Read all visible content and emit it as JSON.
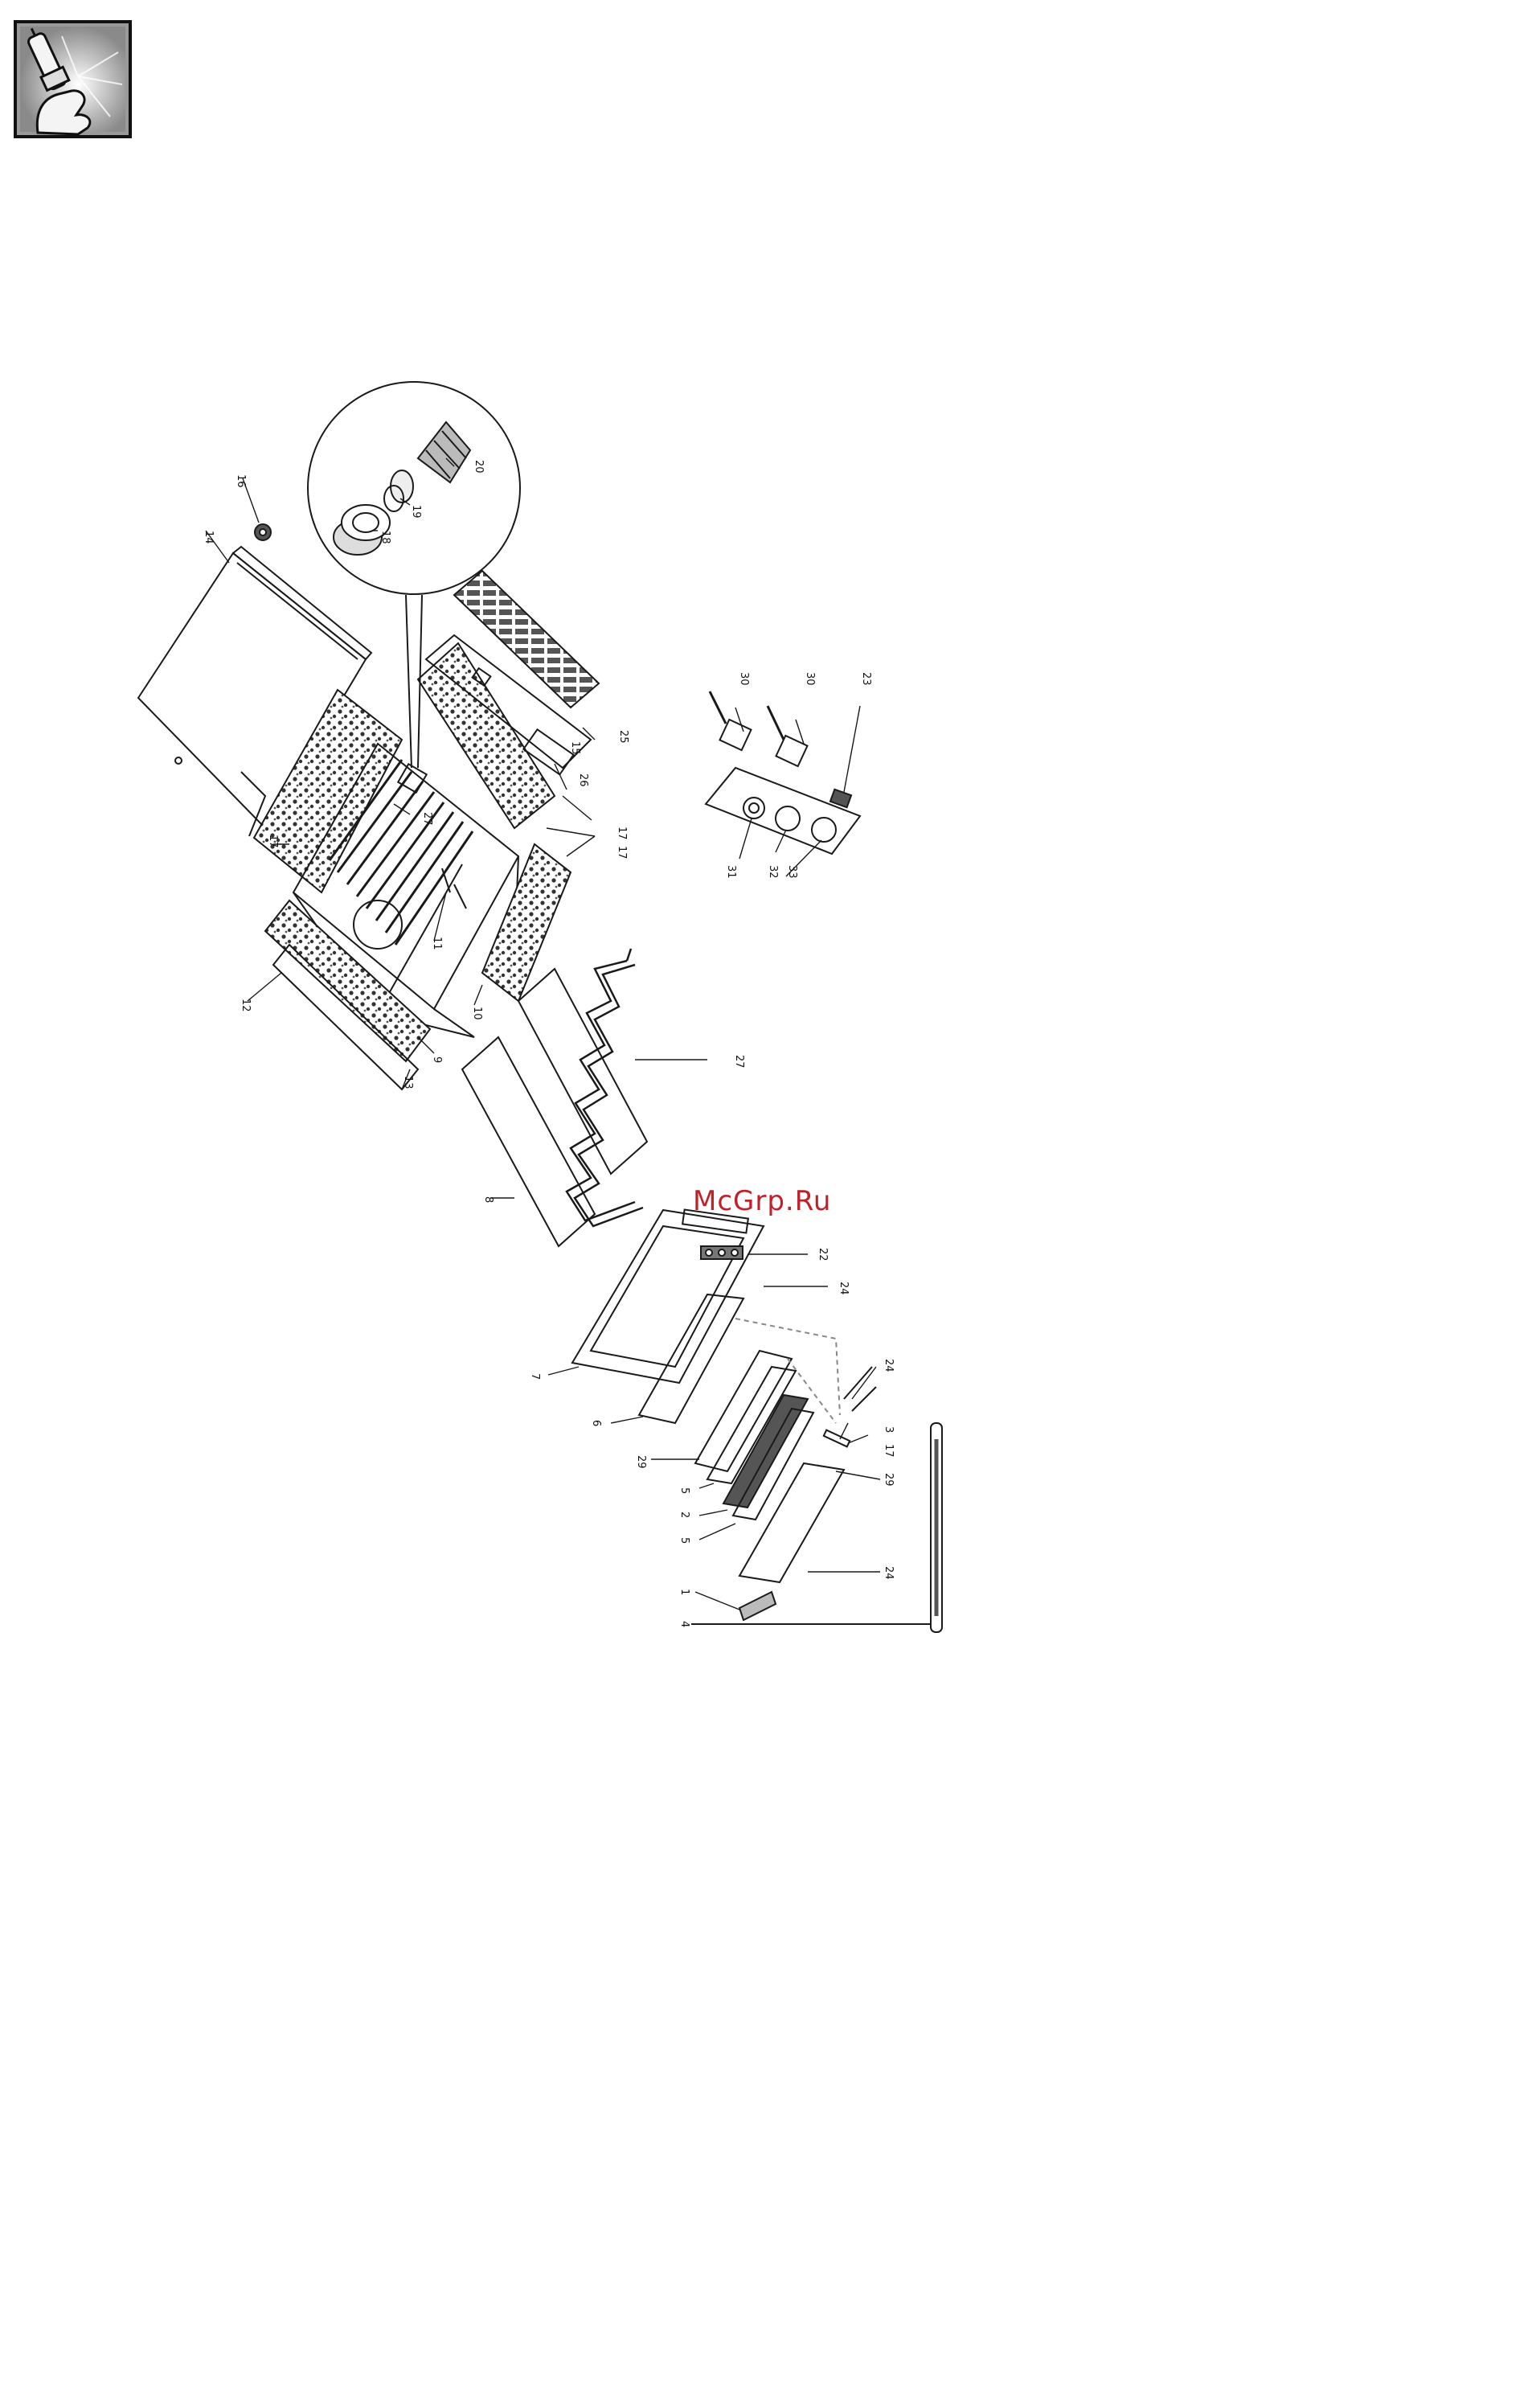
{
  "watermark": {
    "text": "McGrp.Ru",
    "color": "#c0202a"
  },
  "corner_icon": {
    "name": "hand-holding-lamp-icon"
  },
  "colors": {
    "line": "#1a1a1a",
    "stipple": "#3a3a3a",
    "paper": "#ffffff"
  },
  "callouts": {
    "c1": "1",
    "c2": "2",
    "c3": "3",
    "c4": "4",
    "c5a": "5",
    "c5b": "5",
    "c6": "6",
    "c7": "7",
    "c8": "8",
    "c9": "9",
    "c10": "10",
    "c11": "11",
    "c12": "12",
    "c13": "13",
    "c14": "14",
    "c15": "15",
    "c16": "16",
    "c17a": "17",
    "c17b": "17",
    "c17c": "17",
    "c18": "18",
    "c19": "19",
    "c20": "20",
    "c22": "22",
    "c23": "23",
    "c24a": "24",
    "c24b": "24",
    "c24c": "24",
    "c25": "25",
    "c26": "26",
    "c27a": "27",
    "c27b": "27",
    "c29a": "29",
    "c29b": "29",
    "c30a": "30",
    "c30b": "30",
    "c31": "31",
    "c32": "32",
    "c33": "33"
  }
}
